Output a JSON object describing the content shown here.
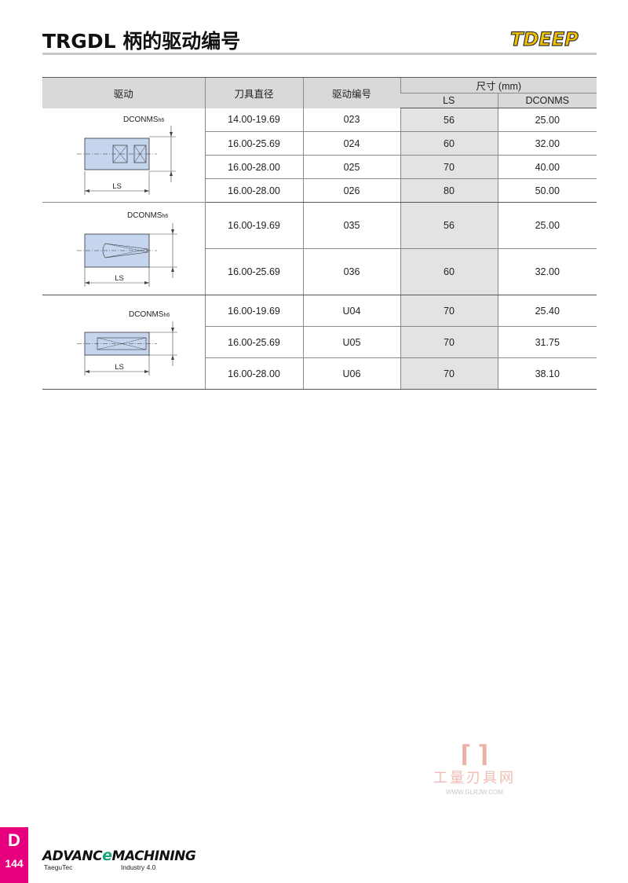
{
  "page": {
    "title": "TRGDL 柄的驱动编号",
    "brand": "TDEEP",
    "section_letter": "D",
    "page_number": "144"
  },
  "table": {
    "headers": {
      "drive": "驱动",
      "tool_diameter": "刀具直径",
      "drive_code": "驱动编号",
      "dimensions": "尺寸 (mm)",
      "ls": "LS",
      "dconms": "DCONMS"
    },
    "groups": [
      {
        "drawing": {
          "dim_label": "DCONMS",
          "dim_suffix": "h6",
          "len_label": "LS",
          "icon": "shank-double-square-drive-icon"
        },
        "rows": [
          {
            "diameter": "14.00-19.69",
            "code": "023",
            "ls": "56",
            "dconms": "25.00"
          },
          {
            "diameter": "16.00-25.69",
            "code": "024",
            "ls": "60",
            "dconms": "32.00"
          },
          {
            "diameter": "16.00-28.00",
            "code": "025",
            "ls": "70",
            "dconms": "40.00"
          },
          {
            "diameter": "16.00-28.00",
            "code": "026",
            "ls": "80",
            "dconms": "50.00"
          }
        ]
      },
      {
        "drawing": {
          "dim_label": "DCONMS",
          "dim_suffix": "h6",
          "len_label": "LS",
          "icon": "shank-tapered-drive-icon"
        },
        "rows": [
          {
            "diameter": "16.00-19.69",
            "code": "035",
            "ls": "56",
            "dconms": "25.00"
          },
          {
            "diameter": "16.00-25.69",
            "code": "036",
            "ls": "60",
            "dconms": "32.00"
          }
        ]
      },
      {
        "drawing": {
          "dim_label": "DCONMS",
          "dim_suffix": "h6",
          "len_label": "LS",
          "icon": "shank-slot-drive-icon"
        },
        "rows": [
          {
            "diameter": "16.00-19.69",
            "code": "U04",
            "ls": "70",
            "dconms": "25.40"
          },
          {
            "diameter": "16.00-25.69",
            "code": "U05",
            "ls": "70",
            "dconms": "31.75"
          },
          {
            "diameter": "16.00-28.00",
            "code": "U06",
            "ls": "70",
            "dconms": "38.10"
          }
        ]
      }
    ]
  },
  "footer": {
    "brand_left": "ADVANC",
    "brand_e": "e",
    "brand_right": "MACHINING",
    "sub_left": "TaeguTec",
    "sub_right": "Industry 4.0"
  },
  "watermark": {
    "text": "工量刃具网",
    "url": "WWW.GLRJW.COM"
  },
  "colors": {
    "accent_magenta": "#e6007e",
    "brand_yellow": "#f2c200",
    "header_gray": "#d9d9d9",
    "ls_column_gray": "#e3e3e3",
    "shank_blue": "#c5d5ee"
  }
}
